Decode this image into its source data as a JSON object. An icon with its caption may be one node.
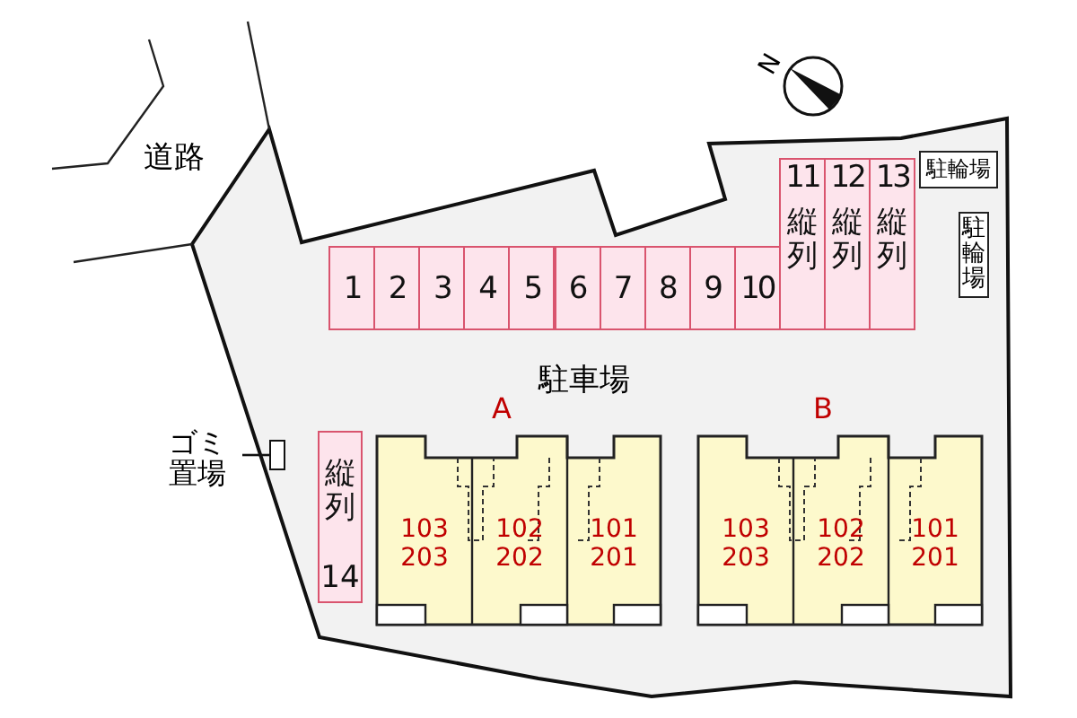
{
  "diagram": {
    "nodes": [
      {
        "text": [
          "1"
        ]
      },
      {
        "text": [
          "2"
        ]
      },
      {
        "text": [
          "3"
        ]
      },
      {
        "text": [
          "4"
        ]
      },
      {
        "text": [
          "5"
        ]
      },
      {
        "text": [
          "6"
        ]
      },
      {
        "text": [
          "7"
        ]
      },
      {
        "text": [
          "8"
        ]
      },
      {
        "text": [
          "9"
        ]
      },
      {
        "text": [
          "10"
        ]
      },
      {
        "text": [
          "11",
          "縦列"
        ]
      },
      {
        "text": [
          "12",
          "縦列"
        ]
      },
      {
        "text": [
          "13",
          "縦列"
        ]
      },
      {
        "text": [
          "駐輪場"
        ]
      },
      {
        "text": [
          "駐輪場"
        ]
      },
      {
        "text": [
          "ゴミ置場"
        ]
      },
      {
        "text": [],
        "shape": "box"
      },
      {
        "text": [
          "縦列",
          "14"
        ]
      },
      {
        "text": [
          "A"
        ]
      },
      {
        "text": [
          "103 203"
        ],
        "in": 18
      },
      {
        "text": [
          "102 202"
        ],
        "in": 18
      },
      {
        "text": [
          "101 201"
        ],
        "in": 18
      },
      {
        "text": [
          "B"
        ]
      },
      {
        "text": [
          "103 203"
        ],
        "in": 22
      },
      {
        "text": [
          "102 202"
        ],
        "in": 22
      },
      {
        "text": [
          "101 201"
        ],
        "in": 22
      }
    ],
    "edges": [
      {
        "from": 15,
        "to": 16,
        "arrow": "none"
      }
    ],
    "labels": [
      "N",
      "道路",
      "駐車場"
    ]
  }
}
